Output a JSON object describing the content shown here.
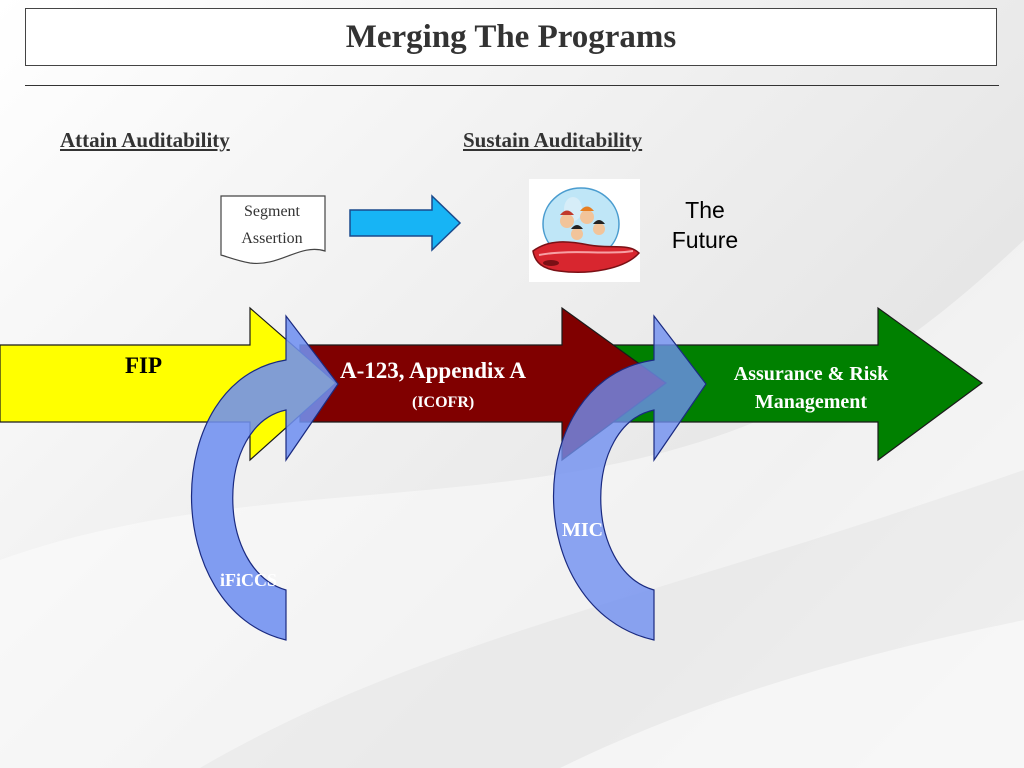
{
  "slide": {
    "title": "Merging The Programs"
  },
  "headings": {
    "attain": "Attain Auditability",
    "sustain": "Sustain Auditability"
  },
  "segment_doc": {
    "line1": "Segment",
    "line2": "Assertion"
  },
  "future": {
    "line1": "The",
    "line2": "Future"
  },
  "arrows": {
    "fip": "FIP",
    "a123_title": "A-123, Appendix A",
    "a123_sub": "(ICOFR)",
    "arm_line1": "Assurance & Risk",
    "arm_line2": "Management",
    "ificcs": "iFiCCS",
    "mic": "MIC"
  },
  "colors": {
    "fip_yellow": "#ffff00",
    "a123_darkred": "#800000",
    "arm_green": "#008000",
    "curve_blue": "#6f8ff0",
    "cyan_arrow": "#17b4f5"
  }
}
